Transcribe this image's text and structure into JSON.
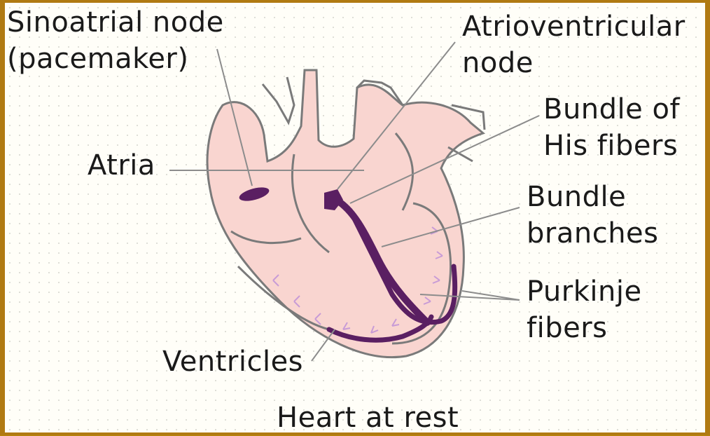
{
  "labels": {
    "sinoatrial_line1": "Sinoatrial node",
    "sinoatrial_line2": "(pacemaker)",
    "av_line1": "Atrioventricular",
    "av_line2": "node",
    "his_line1": "Bundle of",
    "his_line2": "His fibers",
    "atria": "Atria",
    "branches_line1": "Bundle",
    "branches_line2": "branches",
    "purkinje_line1": "Purkinje",
    "purkinje_line2": "fibers",
    "ventricles": "Ventricles",
    "caption": "Heart at rest"
  },
  "colors": {
    "heart_fill": "#f9d5d0",
    "conduction": "#5a1f62",
    "purkinje": "#c89bd6",
    "outline": "#7a7a7a",
    "frame": "#b07a12",
    "background": "#fffef8"
  }
}
